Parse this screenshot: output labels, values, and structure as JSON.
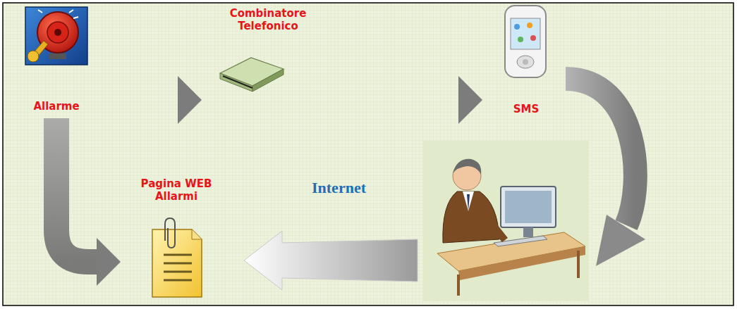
{
  "diagram": {
    "nodes": [
      {
        "text": [
          "Allarme"
        ]
      },
      {
        "text": [
          "Combinatore Telefonico"
        ]
      },
      {
        "text": [
          "SMS"
        ]
      },
      {
        "text": [
          "Pagina WEB Allarmi"
        ]
      }
    ],
    "edges": [
      {
        "from": 0,
        "to": 1,
        "arrow": "to"
      },
      {
        "from": 1,
        "to": 2,
        "arrow": "to"
      },
      {
        "from": 0,
        "to": 3,
        "arrow": "to"
      }
    ],
    "labels": [
      "Internet"
    ]
  }
}
